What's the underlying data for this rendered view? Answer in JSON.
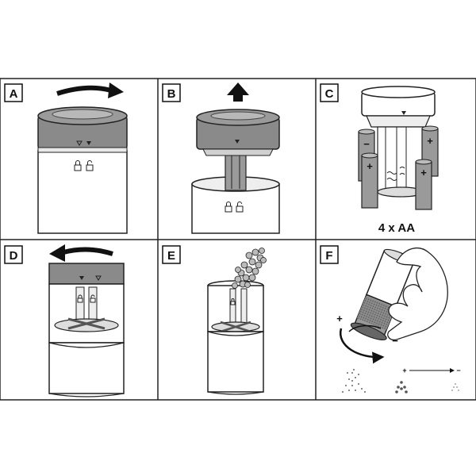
{
  "panels": [
    {
      "label": "A"
    },
    {
      "label": "B"
    },
    {
      "label": "C",
      "caption": "4 x AA",
      "battery_signs": [
        "−",
        "+",
        "+",
        "+"
      ]
    },
    {
      "label": "D"
    },
    {
      "label": "E"
    },
    {
      "label": "F",
      "plus": "+",
      "minus": "−",
      "scale_plus": "+",
      "scale_minus": "−"
    }
  ],
  "colors": {
    "stroke": "#222222",
    "cap_dark": "#8a8a8a",
    "cap_light": "#d9d9d9",
    "body": "#ffffff",
    "bg": "#ffffff"
  }
}
